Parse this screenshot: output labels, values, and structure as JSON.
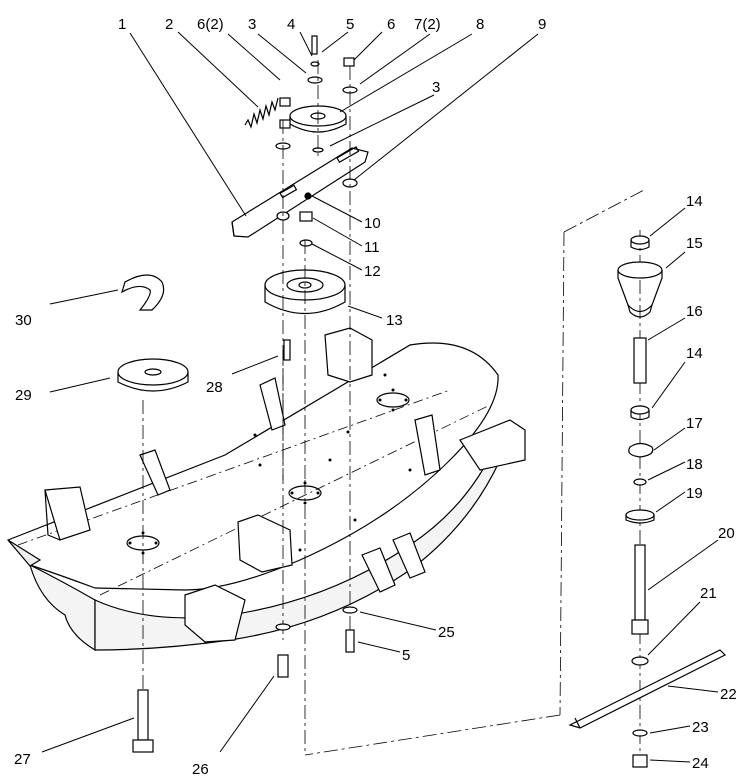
{
  "callouts": [
    {
      "id": "1",
      "text": "1"
    },
    {
      "id": "2",
      "text": "2"
    },
    {
      "id": "6a",
      "text": "6(2)"
    },
    {
      "id": "3a",
      "text": "3"
    },
    {
      "id": "4",
      "text": "4"
    },
    {
      "id": "5a",
      "text": "5"
    },
    {
      "id": "6b",
      "text": "6"
    },
    {
      "id": "7",
      "text": "7(2)"
    },
    {
      "id": "8",
      "text": "8"
    },
    {
      "id": "9",
      "text": "9"
    },
    {
      "id": "3b",
      "text": "3"
    },
    {
      "id": "10",
      "text": "10"
    },
    {
      "id": "11",
      "text": "11"
    },
    {
      "id": "12",
      "text": "12"
    },
    {
      "id": "13",
      "text": "13"
    },
    {
      "id": "30",
      "text": "30"
    },
    {
      "id": "29",
      "text": "29"
    },
    {
      "id": "28",
      "text": "28"
    },
    {
      "id": "14a",
      "text": "14"
    },
    {
      "id": "15",
      "text": "15"
    },
    {
      "id": "16",
      "text": "16"
    },
    {
      "id": "14b",
      "text": "14"
    },
    {
      "id": "17",
      "text": "17"
    },
    {
      "id": "18",
      "text": "18"
    },
    {
      "id": "19",
      "text": "19"
    },
    {
      "id": "20",
      "text": "20"
    },
    {
      "id": "21",
      "text": "21"
    },
    {
      "id": "22",
      "text": "22"
    },
    {
      "id": "23",
      "text": "23"
    },
    {
      "id": "24",
      "text": "24"
    },
    {
      "id": "25",
      "text": "25"
    },
    {
      "id": "5b",
      "text": "5"
    },
    {
      "id": "26",
      "text": "26"
    },
    {
      "id": "27",
      "text": "27"
    }
  ]
}
